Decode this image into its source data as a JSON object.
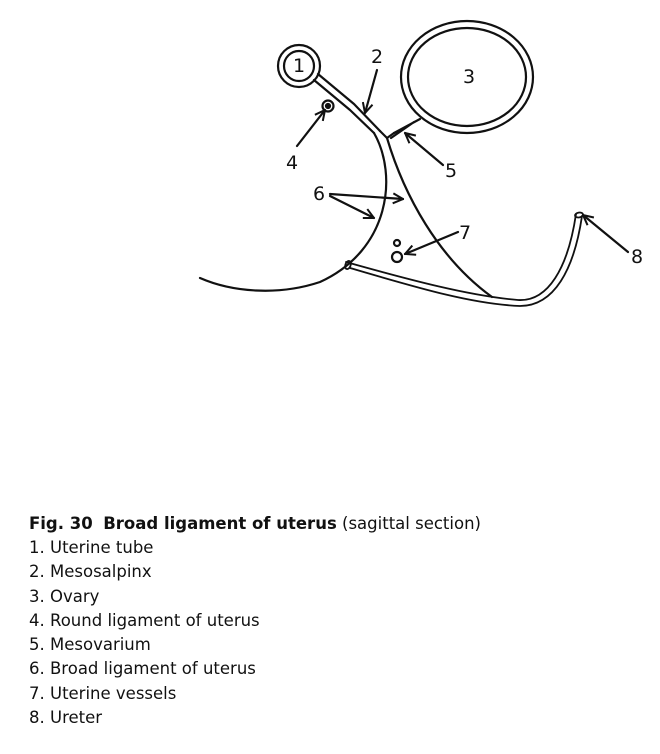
{
  "diagram": {
    "labels": {
      "n1": "1",
      "n2": "2",
      "n3": "3",
      "n4": "4",
      "n5": "5",
      "n6": "6",
      "n7": "7",
      "n8": "8"
    }
  },
  "caption": {
    "fig_number": "Fig. 30",
    "title": "Broad ligament of uterus",
    "subtitle": "(sagittal section)",
    "items": [
      "1. Uterine tube",
      "2. Mesosalpinx",
      "3. Ovary",
      "4. Round ligament of uterus",
      "5. Mesovarium",
      "6. Broad ligament of uterus",
      "7. Uterine vessels",
      "8. Ureter"
    ]
  }
}
